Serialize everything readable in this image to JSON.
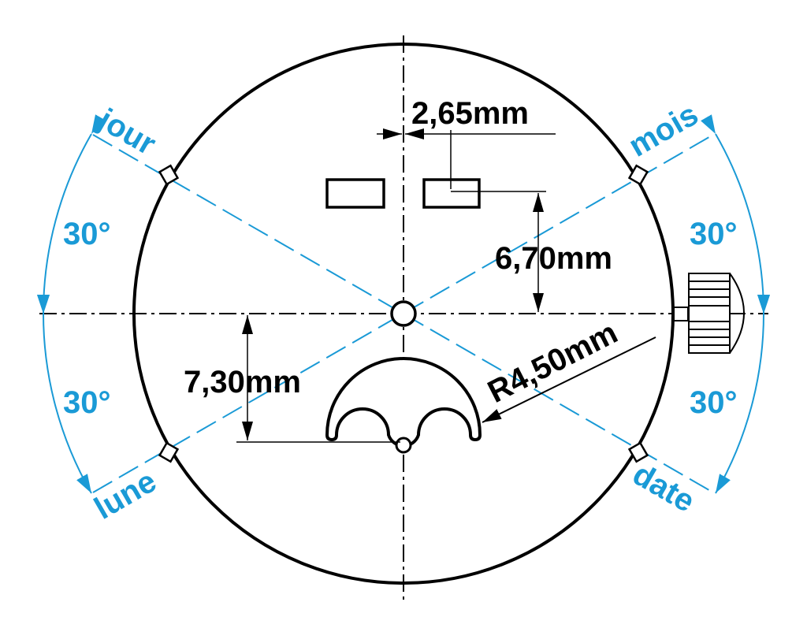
{
  "colors": {
    "accent": "#1a9ad6",
    "line": "#000000"
  },
  "labels": {
    "jour": "jour",
    "mois": "mois",
    "lune": "lune",
    "date": "date"
  },
  "angles": {
    "top_left": "30°",
    "bottom_left": "30°",
    "top_right": "30°",
    "bottom_right": "30°"
  },
  "dimensions": {
    "window_offset": "2,65mm",
    "window_height": "6,70mm",
    "subdial_offset": "7,30mm",
    "radius": "R4,50mm"
  }
}
